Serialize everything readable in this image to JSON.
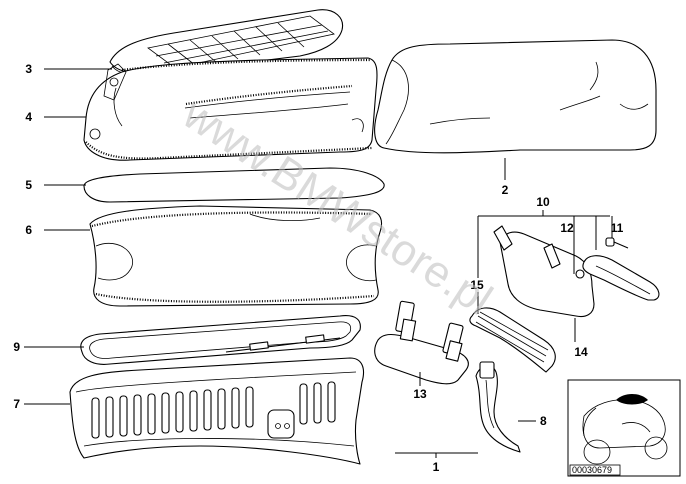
{
  "watermark": "www.BMWstore.pl",
  "reference_code": "00030679",
  "callouts": [
    {
      "id": "c1",
      "label": "1"
    },
    {
      "id": "c2",
      "label": "2"
    },
    {
      "id": "c3",
      "label": "3"
    },
    {
      "id": "c4",
      "label": "4"
    },
    {
      "id": "c5",
      "label": "5"
    },
    {
      "id": "c6",
      "label": "6"
    },
    {
      "id": "c7",
      "label": "7"
    },
    {
      "id": "c8",
      "label": "8"
    },
    {
      "id": "c9",
      "label": "9"
    },
    {
      "id": "c10",
      "label": "10"
    },
    {
      "id": "c11",
      "label": "11"
    },
    {
      "id": "c12",
      "label": "12"
    },
    {
      "id": "c13",
      "label": "13"
    },
    {
      "id": "c14",
      "label": "14"
    },
    {
      "id": "c15",
      "label": "15"
    }
  ]
}
